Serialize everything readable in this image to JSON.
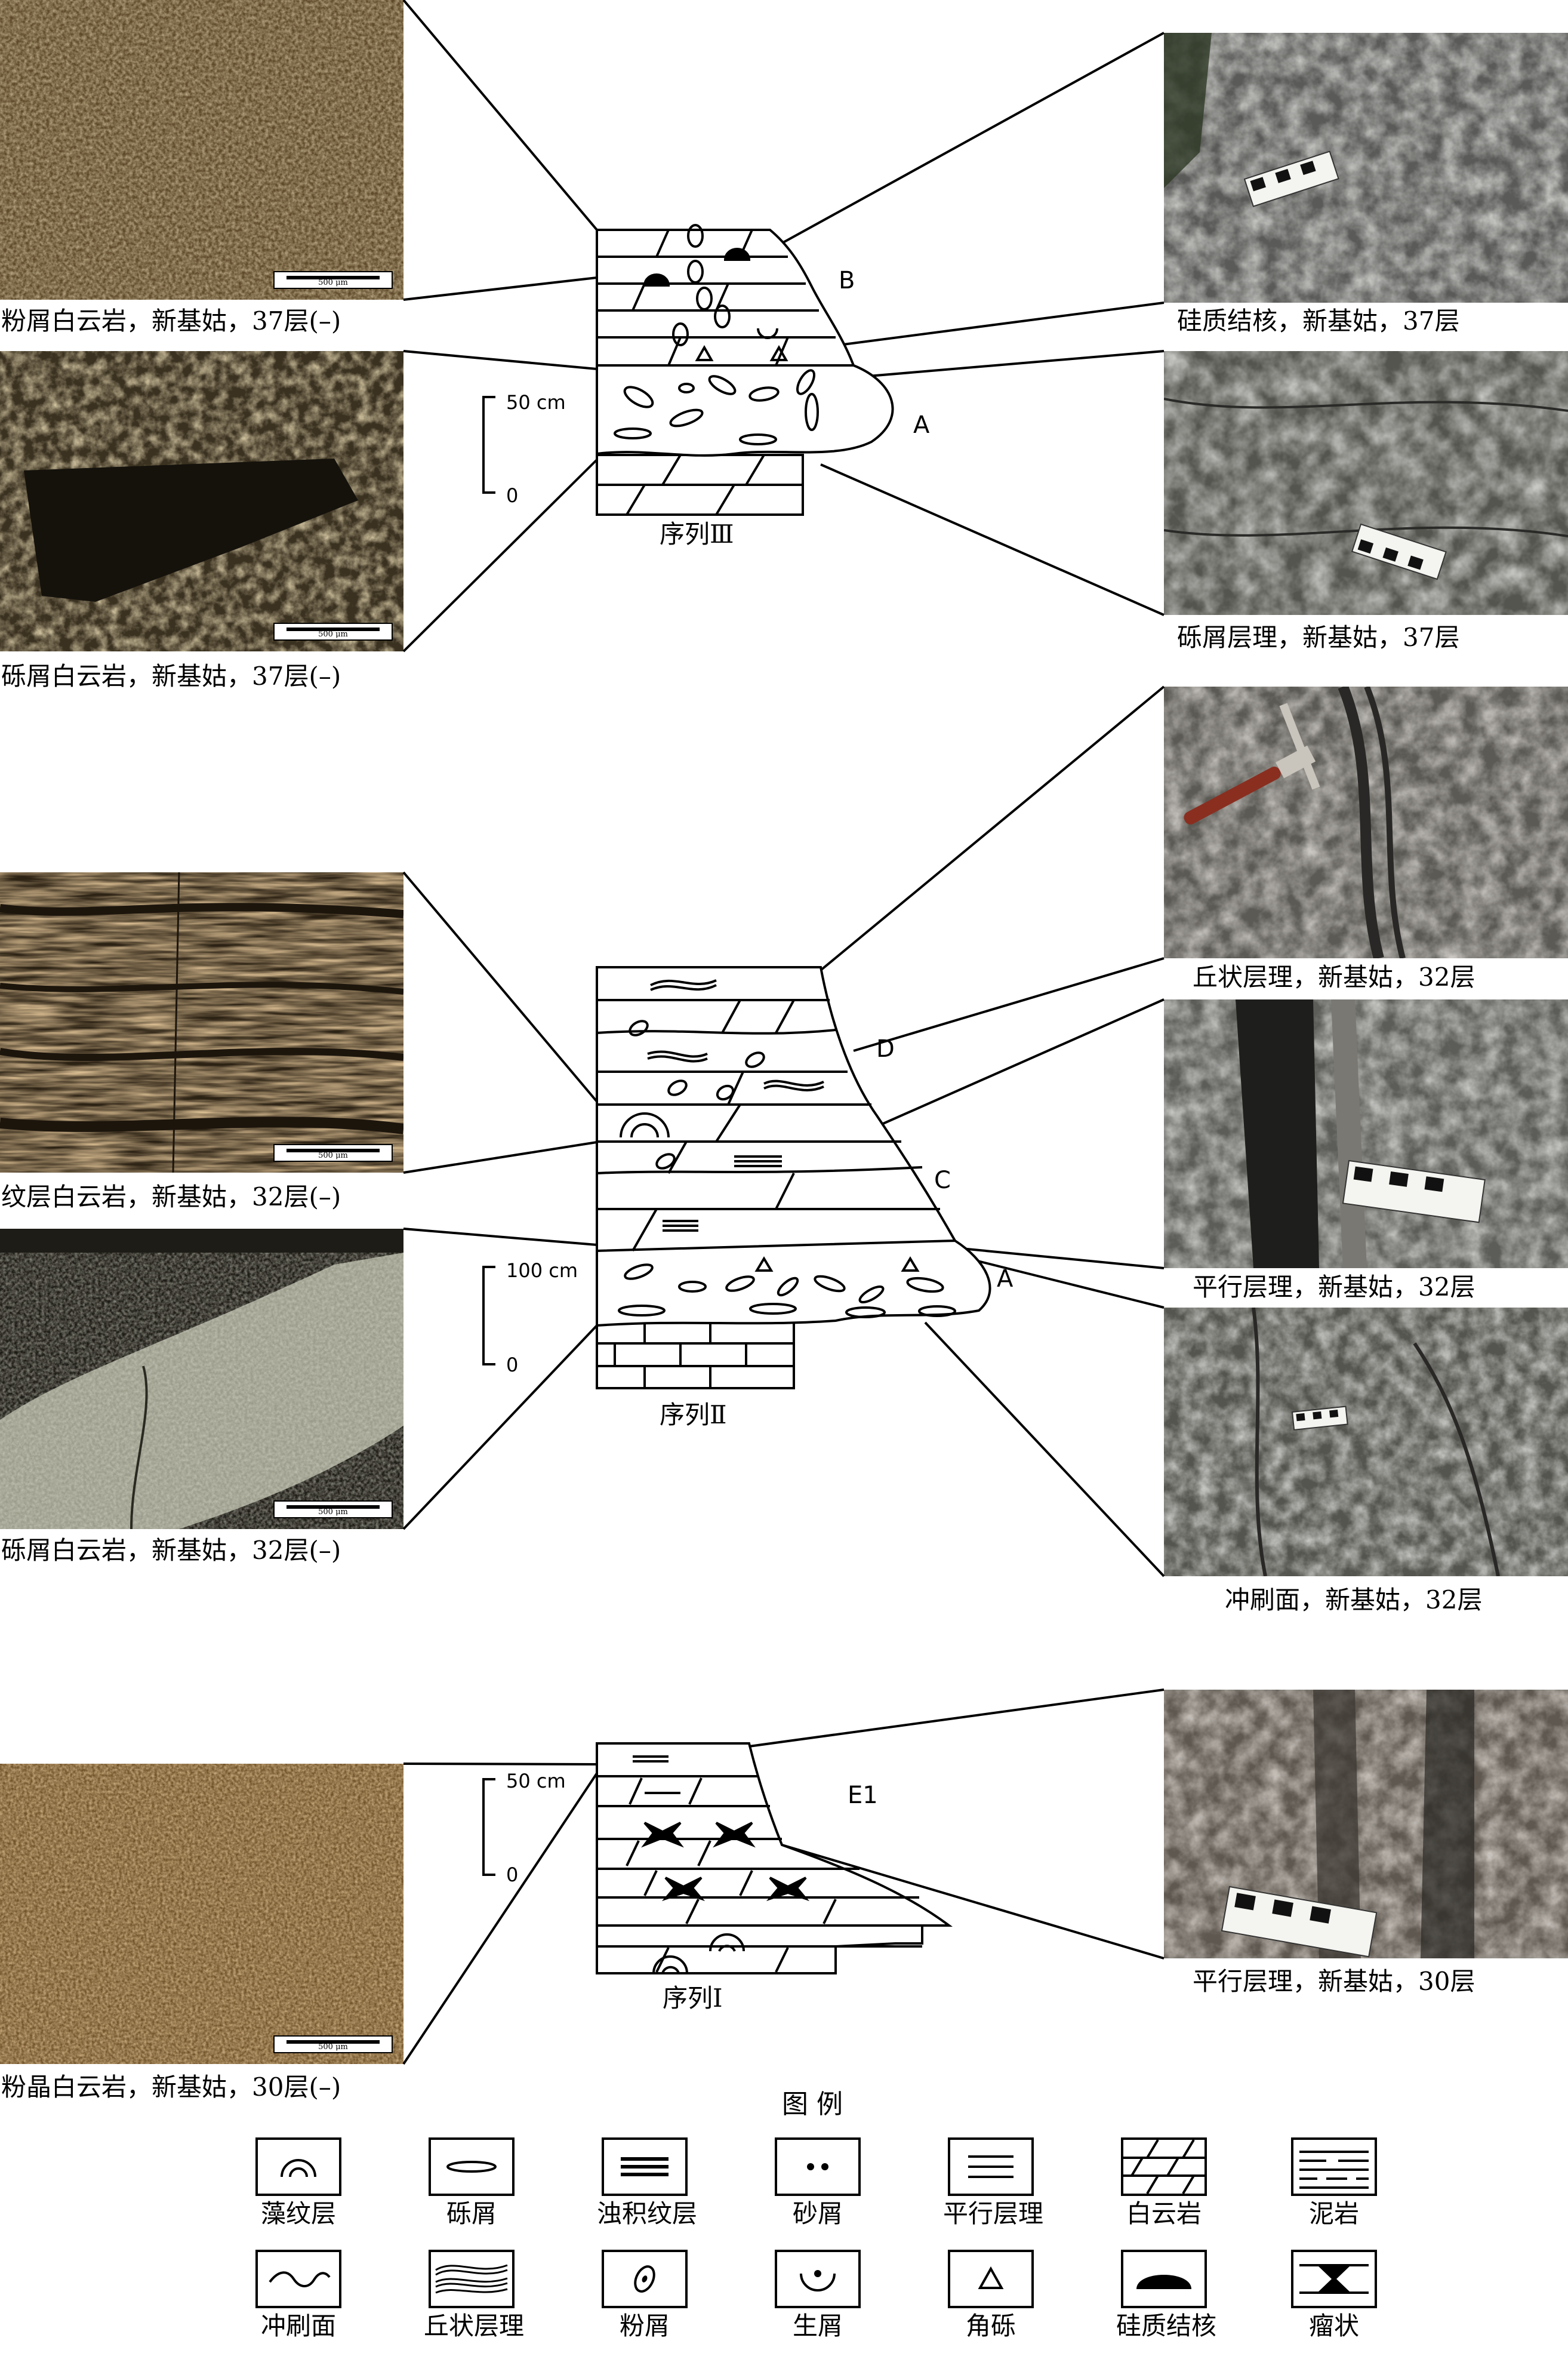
{
  "figure": {
    "sequences": [
      {
        "label": "序列Ⅲ",
        "units": [
          "B",
          "A"
        ],
        "scale": {
          "top": "50 cm",
          "bottom": "0"
        },
        "left_photos": [
          {
            "caption": "粉屑白云岩，新基姑，37层(–)",
            "scale_text": "500 μm"
          },
          {
            "caption": "砾屑白云岩，新基姑，37层(–)",
            "scale_text": "500 μm"
          }
        ],
        "right_photos": [
          {
            "caption": "硅质结核，新基姑，37层"
          },
          {
            "caption": "砾屑层理，新基姑，37层"
          }
        ]
      },
      {
        "label": "序列Ⅱ",
        "units": [
          "D",
          "C",
          "A"
        ],
        "scale": {
          "top": "100 cm",
          "bottom": "0"
        },
        "left_photos": [
          {
            "caption": "纹层白云岩，新基姑，32层(–)",
            "scale_text": "500 μm"
          },
          {
            "caption": "砾屑白云岩，新基姑，32层(–)",
            "scale_text": "500 μm"
          }
        ],
        "right_photos": [
          {
            "caption": "丘状层理，新基姑，32层"
          },
          {
            "caption": "平行层理，新基姑，32层"
          },
          {
            "caption": "冲刷面，新基姑，32层"
          }
        ]
      },
      {
        "label": "序列Ⅰ",
        "units": [
          "E1"
        ],
        "scale": {
          "top": "50 cm",
          "bottom": "0"
        },
        "left_photos": [
          {
            "caption": "粉晶白云岩，新基姑，30层(–)",
            "scale_text": "500 μm"
          }
        ],
        "right_photos": [
          {
            "caption": "平行层理，新基姑，30层"
          }
        ]
      }
    ],
    "legend": {
      "title": "图 例",
      "items": [
        {
          "name": "藻纹层",
          "icon": "algal-laminae-icon"
        },
        {
          "name": "砾屑",
          "icon": "gravel-clast-icon"
        },
        {
          "name": "浊积纹层",
          "icon": "turbidite-laminae-icon"
        },
        {
          "name": "砂屑",
          "icon": "sand-clast-icon"
        },
        {
          "name": "平行层理",
          "icon": "parallel-bedding-icon"
        },
        {
          "name": "白云岩",
          "icon": "dolomite-icon"
        },
        {
          "name": "泥岩",
          "icon": "mudstone-icon"
        },
        {
          "name": "冲刷面",
          "icon": "scour-surface-icon"
        },
        {
          "name": "丘状层理",
          "icon": "hummocky-bedding-icon"
        },
        {
          "name": "粉屑",
          "icon": "silt-clast-icon"
        },
        {
          "name": "生屑",
          "icon": "bioclast-icon"
        },
        {
          "name": "角砾",
          "icon": "breccia-icon"
        },
        {
          "name": "硅质结核",
          "icon": "siliceous-nodule-icon"
        },
        {
          "name": "瘤状",
          "icon": "nodular-icon"
        }
      ]
    },
    "colors": {
      "thin_section_tan": "#a88e5a",
      "thin_section_brown": "#8a6a35",
      "thin_section_dark": "#2a2418",
      "thin_section_gold": "#b88a4a",
      "thin_section_gray": "#9a9a8a",
      "outcrop_gray": "#8c8a86",
      "outcrop_dark": "#4a4a48"
    }
  }
}
